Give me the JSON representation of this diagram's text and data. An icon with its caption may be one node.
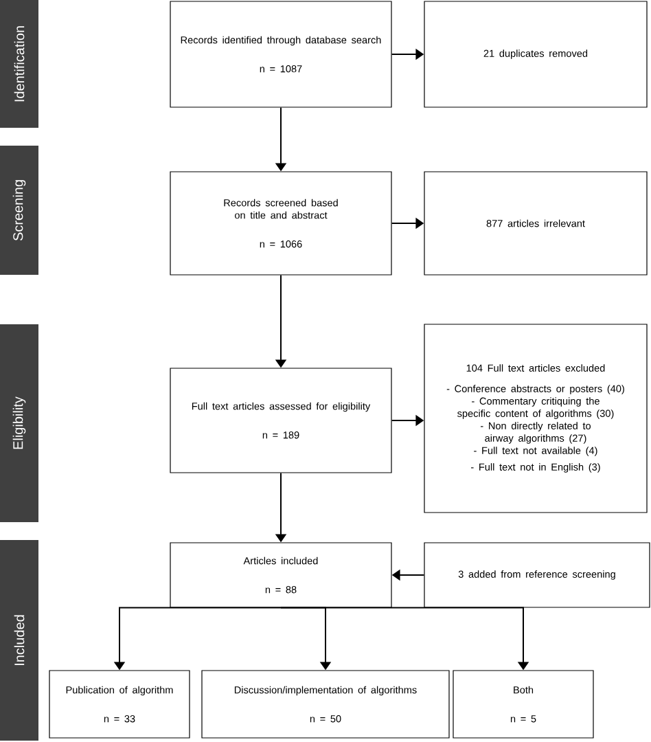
{
  "diagram": {
    "nodes": [
      {
        "text": [
          "Identification"
        ]
      },
      {
        "text": [
          "Screening"
        ]
      },
      {
        "text": [
          "Eligibility"
        ]
      },
      {
        "text": [
          "Included"
        ]
      },
      {
        "text": [
          "Records identified through database search",
          "n = 1087"
        ]
      },
      {
        "text": [
          "21 duplicates removed"
        ]
      },
      {
        "text": [
          "Records screened based on title and abstract",
          "n = 1066"
        ]
      },
      {
        "text": [
          "877 articles irrelevant"
        ]
      },
      {
        "text": [
          "Full text articles assessed for eligibility",
          "n = 189"
        ]
      },
      {
        "text": [
          "104 Full text articles excluded",
          "- Conference abstracts or posters (40)",
          "- Commentary critiquing the specific content of algorithms (30)",
          "- Non directly related to airway algorithms (27)",
          "- Full text not available (4)",
          "- Full text not in English (3)"
        ]
      },
      {
        "text": [
          "Articles included",
          "n = 88"
        ]
      },
      {
        "text": [
          "3 added from reference screening"
        ]
      },
      {
        "text": [
          "Publication of algorithm",
          "n = 33"
        ]
      },
      {
        "text": [
          "Discussion/implementation of algorithms",
          "n = 50"
        ]
      },
      {
        "text": [
          "Both",
          "n = 5"
        ]
      }
    ],
    "edges": [
      {
        "from": 4,
        "to": 5,
        "arrow": "to"
      },
      {
        "from": 4,
        "to": 6,
        "arrow": "to"
      },
      {
        "from": 6,
        "to": 7,
        "arrow": "to"
      },
      {
        "from": 6,
        "to": 8,
        "arrow": "to"
      },
      {
        "from": 8,
        "to": 9,
        "arrow": "to"
      },
      {
        "from": 8,
        "to": 10,
        "arrow": "to"
      },
      {
        "from": 11,
        "to": 10,
        "arrow": "to"
      },
      {
        "from": 10,
        "to": 12,
        "arrow": "to"
      },
      {
        "from": 10,
        "to": 13,
        "arrow": "to"
      },
      {
        "from": 10,
        "to": 14,
        "arrow": "to"
      }
    ]
  }
}
